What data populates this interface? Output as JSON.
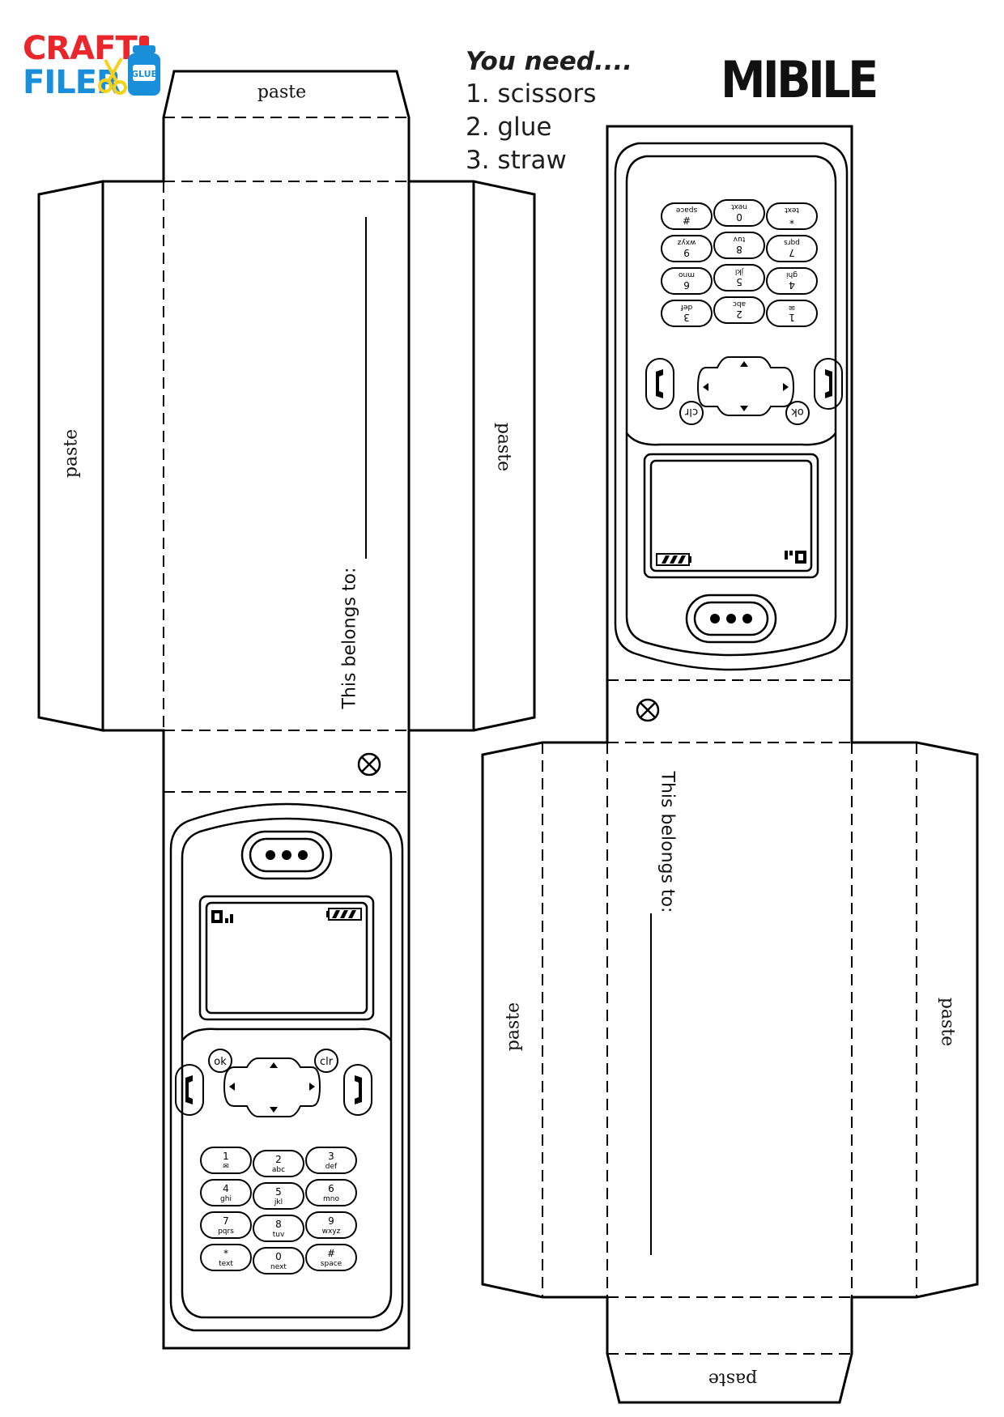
{
  "logo": {
    "line1": "CRAFT",
    "line2": "FILER",
    "glue_label": "GLUE",
    "colors": {
      "red": "#e8262b",
      "blue": "#1a8fd9",
      "yellow": "#f7d117"
    }
  },
  "supplies": {
    "title": "You need....",
    "items": [
      "1. scissors",
      "2. glue",
      "3. straw"
    ]
  },
  "brand": "MIBILE",
  "template": {
    "paste_label": "paste",
    "belongs_label": "This belongs to:",
    "cross_icon": "circle-x-icon"
  },
  "phone": {
    "ok_label": "ok",
    "clr_label": "clr",
    "icons": [
      "speaker-icon",
      "signal-icon",
      "battery-icon",
      "call-icon",
      "end-call-icon",
      "dpad-icon"
    ],
    "keys": [
      {
        "num": "1",
        "sub": "✉"
      },
      {
        "num": "2",
        "sub": "abc"
      },
      {
        "num": "3",
        "sub": "def"
      },
      {
        "num": "4",
        "sub": "ghi"
      },
      {
        "num": "5",
        "sub": "jkl"
      },
      {
        "num": "6",
        "sub": "mno"
      },
      {
        "num": "7",
        "sub": "pqrs"
      },
      {
        "num": "8",
        "sub": "tuv"
      },
      {
        "num": "9",
        "sub": "wxyz"
      },
      {
        "num": "*",
        "sub": "text"
      },
      {
        "num": "0",
        "sub": "next"
      },
      {
        "num": "#",
        "sub": "space"
      }
    ]
  }
}
